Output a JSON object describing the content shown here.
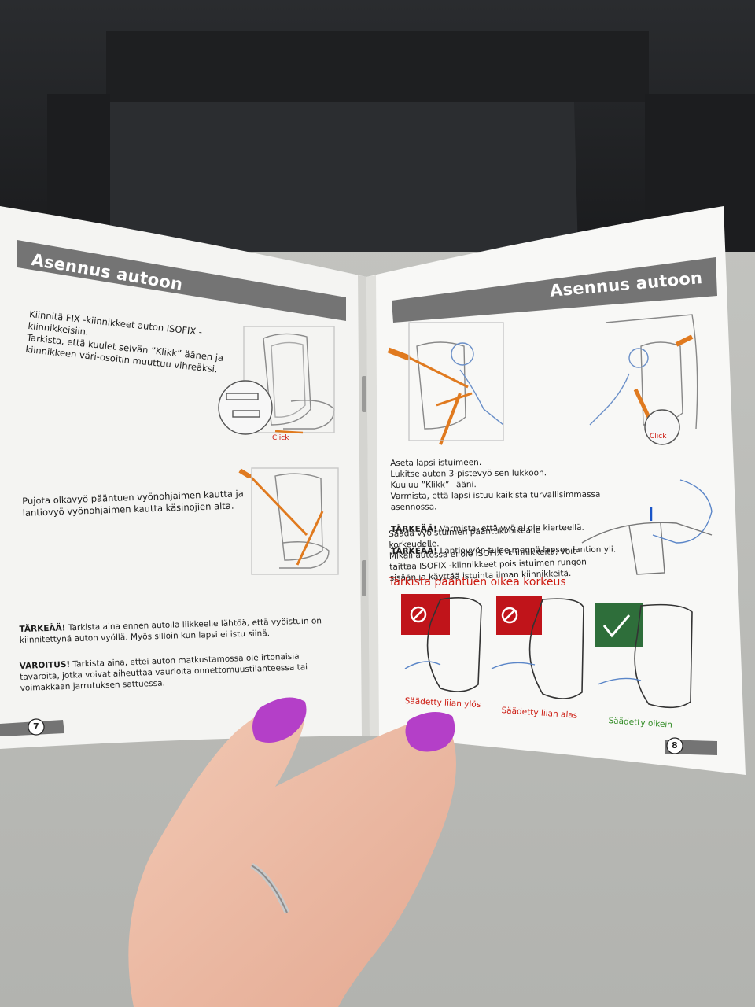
{
  "left_page": {
    "header": "Asennus autoon",
    "para1": "Kiinnitä FIX -kiinnikkeet auton ISOFIX -\nkiinnikkeisiin.\nTarkista, että kuulet selvän ”Klikk” äänen ja\nkiinnikkeen väri-osoitin muuttuu vihreäksi.",
    "click_label": "Click",
    "para2": "Pujota olkavyö pääntuen vyönohjaimen kautta ja\nlantiovyö vyönohjaimen kautta käsinojien alta.",
    "important_label": "TÄRKEÄÄ!",
    "important_text": " Tarkista aina ennen autolla liikkeelle lähtöä, että vyöistuin on\nkiinnitettynä auton vyöllä. Myös silloin kun lapsi ei istu siinä.",
    "warning_label": "VAROITUS!",
    "warning_text": " Tarkista aina, ettei auton matkustamossa ole irtonaisia\ntavaroita, jotka voivat aiheuttaa vaurioita onnettomuustilanteessa tai\nvoimakkaan jarrutuksen sattuessa.",
    "page_number": "7"
  },
  "right_page": {
    "header": "Asennus autoon",
    "click_label": "Click",
    "steps": "Aseta lapsi istuimeen.\nLukitse auton 3-pistevyö sen lukkoon.\nKuuluu ”Klikk” –ääni.\nVarmista, että lapsi istuu kaikista turvallisimmassa asennossa.",
    "important1_label": "TÄRKEÄÄ!",
    "important1_text": " Varmista, että vyö ei ole kierteellä.",
    "important2_label": "TÄRKEÄÄ!",
    "important2_text": " Lantiovyön tulee mennä lapsen lantion yli.",
    "adjust_text": "Säädä vyöistuimen pääntuki oikealle korkeudelle.\nMikäli autossa ei ole ISOFIX -kiinnikkeitä, voit\ntaittaa ISOFIX -kiinnikkeet pois istuimen rungon\nsisään ja käyttää istuinta ilman kiinnikkeitä.",
    "check_heading": "Tarkista pääntuen oikea korkeus",
    "captions": [
      "Säädetty liian ylös",
      "Säädetty liian alas",
      "Säädetty oikein"
    ],
    "page_number": "8"
  },
  "colors": {
    "header_bar": "#747474",
    "belt_orange": "#e07a1f",
    "wrong_red": "#c0141a",
    "right_green": "#2e6e3a",
    "nail_purple": "#b43fc8"
  }
}
